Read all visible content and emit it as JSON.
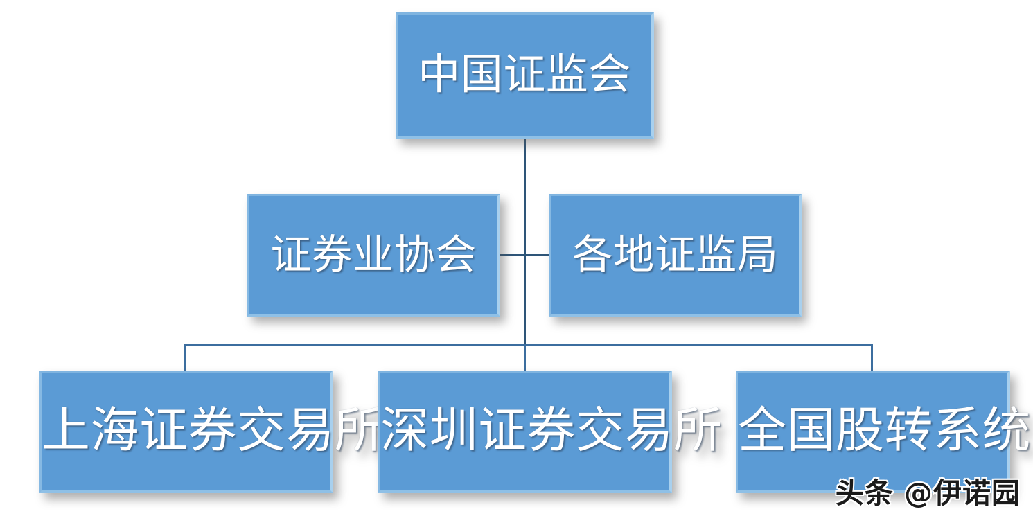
{
  "diagram": {
    "type": "organization-chart",
    "title_text": "",
    "colors": {
      "node_fill": "#5B9BD5",
      "node_bevel_light": "#A8D0EE",
      "node_text": "#FFFFFF",
      "connector": "#2E5578",
      "bus_connector": "#3C6E9F",
      "background": "#FFFFFF",
      "watermark_text": "#1A1A1A"
    },
    "levels": [
      {
        "level": 1,
        "nodes": [
          {
            "id": "csrc",
            "label": "中国证监会"
          }
        ]
      },
      {
        "level": 2,
        "nodes": [
          {
            "id": "sac",
            "label": "证券业协会"
          },
          {
            "id": "local",
            "label": "各地证监局"
          }
        ]
      },
      {
        "level": 3,
        "nodes": [
          {
            "id": "sse",
            "label": "上海证券交易所"
          },
          {
            "id": "szse",
            "label": "深圳证券交易所"
          },
          {
            "id": "neeq",
            "label": "全国股转系统"
          }
        ]
      }
    ],
    "connections": [
      {
        "from": "csrc",
        "to": "sac"
      },
      {
        "from": "csrc",
        "to": "local"
      },
      {
        "from": "sac",
        "to": "local"
      },
      {
        "from": "local",
        "to": "sse"
      },
      {
        "from": "local",
        "to": "szse"
      },
      {
        "from": "local",
        "to": "neeq"
      }
    ]
  },
  "watermark": {
    "label": "头条 @伊诺园"
  }
}
